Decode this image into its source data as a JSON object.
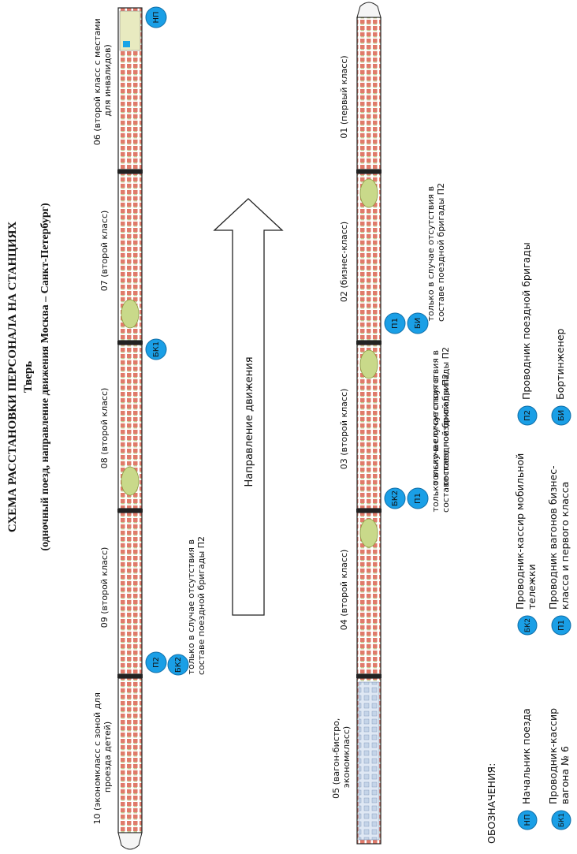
{
  "title": {
    "line1": "СХЕМА РАССТАНОВКИ ПЕРСОНАЛА НА СТАНЦИЯХ",
    "line2": "Тверь",
    "line3": "(одночный поезд, направление движения Москва – Санкт-Петербург)"
  },
  "direction_label": "Направление движения",
  "colors": {
    "badge": "#1a9fe6",
    "seat": "#e07a6a",
    "table": "#c9d98a",
    "car_outline": "#222222"
  },
  "top_row": {
    "car06": [
      "06 (второй класс с местами",
      "для инвалидов)"
    ],
    "car07": [
      "07 (второй класс)"
    ],
    "car08": [
      "08 (второй класс)"
    ],
    "car09": [
      "09 (второй класс)"
    ],
    "car10": [
      "10 (экономкласс с зоной для",
      "проезда детей)"
    ],
    "note09": [
      "только в случае отсутствия в",
      "составе поездной бригады П2"
    ]
  },
  "bottom_row": {
    "car01": [
      "01 (первый класс)"
    ],
    "car02": [
      "02 (бизнес-класс)"
    ],
    "car03": [
      "03 (второй класс)"
    ],
    "car04": [
      "04 (второй класс)"
    ],
    "car05": [
      "05 (вагон-бистро,",
      "экономкласс)"
    ],
    "note02": [
      "только в случае отсутствия в",
      "составе поездной бригады П2"
    ],
    "note03a": [
      "только в случае отсутствия в",
      "составе поездной бригады П2"
    ],
    "note03b": [
      "только в случае отсутствия в",
      "составе поездной бригады П2"
    ]
  },
  "badges": {
    "np": "НП",
    "bk1": "БК1",
    "bk2": "БК2",
    "p1": "П1",
    "p2": "П2",
    "bi": "БИ"
  },
  "legend": {
    "heading": "ОБОЗНАЧЕНИЯ:",
    "np": [
      "Начальник поезда"
    ],
    "bk1": [
      "Проводник-кассир",
      "вагона № 6"
    ],
    "bk2": [
      "Проводник-кассир мобильной",
      "тележки"
    ],
    "p1": [
      "Проводник вагонов бизнес-",
      "класса и первого класса"
    ],
    "p2": [
      "Проводник поездной бригады"
    ],
    "bi": [
      "Бортинженер"
    ]
  }
}
